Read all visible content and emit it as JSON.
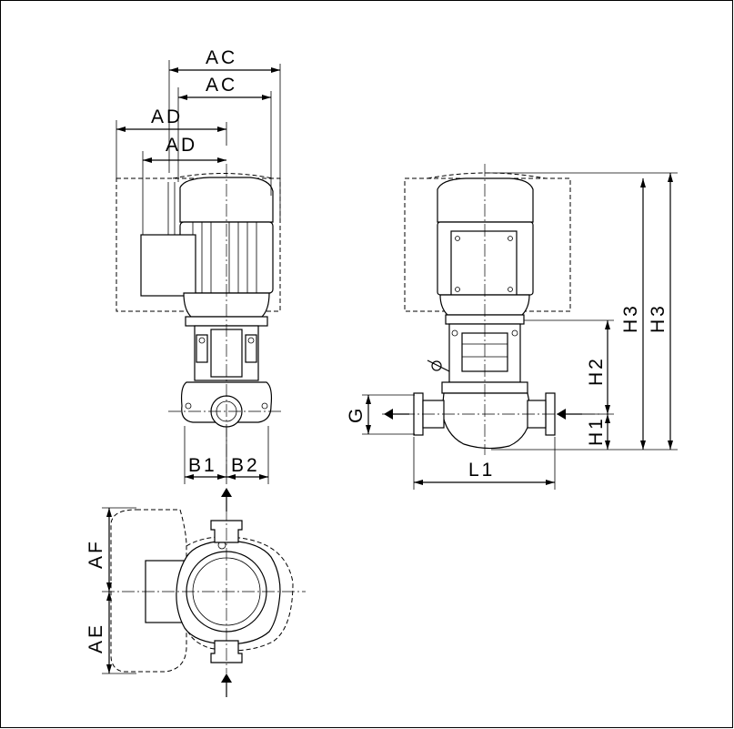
{
  "labels": {
    "ac_outer": "AC",
    "ac_inner": "AC",
    "ad_outer": "AD",
    "ad_inner": "AD",
    "b1": "B1",
    "b2": "B2",
    "af": "AF",
    "ae": "AE",
    "g": "G",
    "l1": "L1",
    "h1": "H1",
    "h2": "H2",
    "h3_inner": "H3",
    "h3_outer": "H3"
  },
  "colors": {
    "line": "#000000",
    "background": "#ffffff"
  }
}
